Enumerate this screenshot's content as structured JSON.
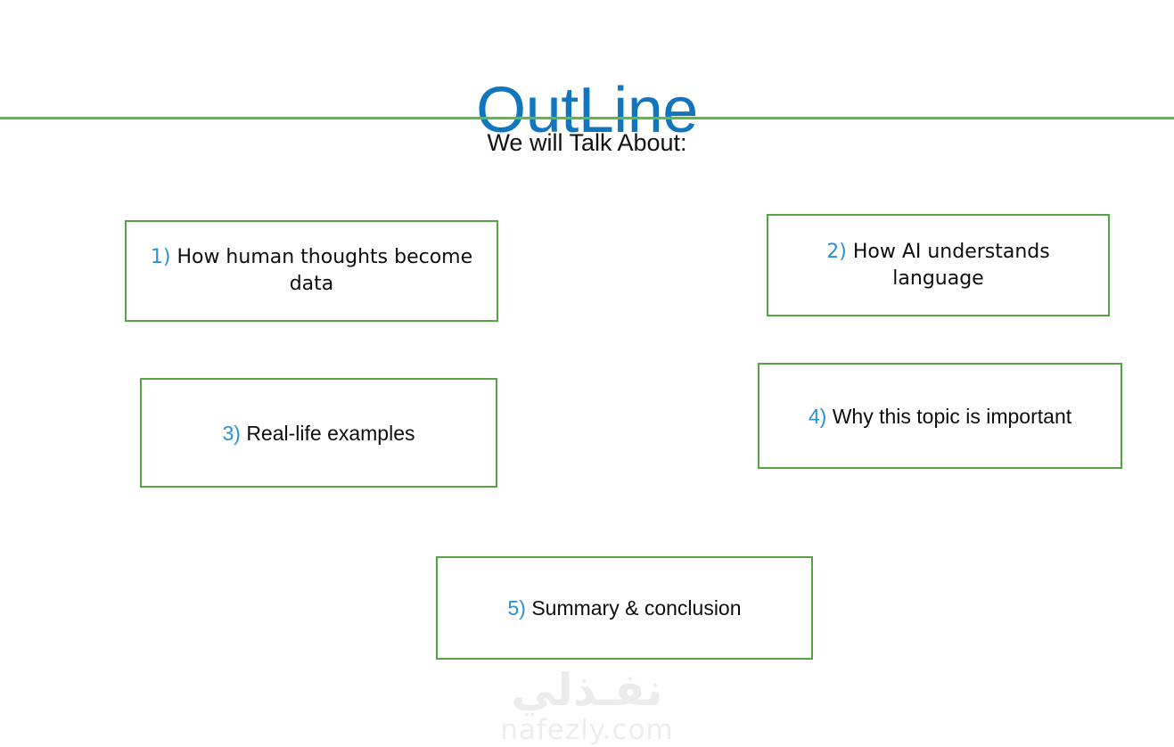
{
  "slide": {
    "title": "OutLine",
    "subtitle": "We will Talk About:",
    "title_color": "#1276be",
    "divider_color": "#5fb94a",
    "background_color": "#ffffff"
  },
  "theme": {
    "box_border_color": "#55a344",
    "number_color": "#2b8fd4",
    "text_color": "#0d0d0d",
    "watermark_color": "#ececec"
  },
  "outline": {
    "items": [
      {
        "number": "1)",
        "label": "How human thoughts become data"
      },
      {
        "number": "2)",
        "label": "How AI understands language"
      },
      {
        "number": "3)",
        "label": "Real-life examples"
      },
      {
        "number": "4)",
        "label": "Why this topic is important"
      },
      {
        "number": "5)",
        "label": "Summary & conclusion"
      }
    ]
  },
  "watermark": {
    "arabic": "نفـذلي",
    "latin": "nafezly.com"
  }
}
